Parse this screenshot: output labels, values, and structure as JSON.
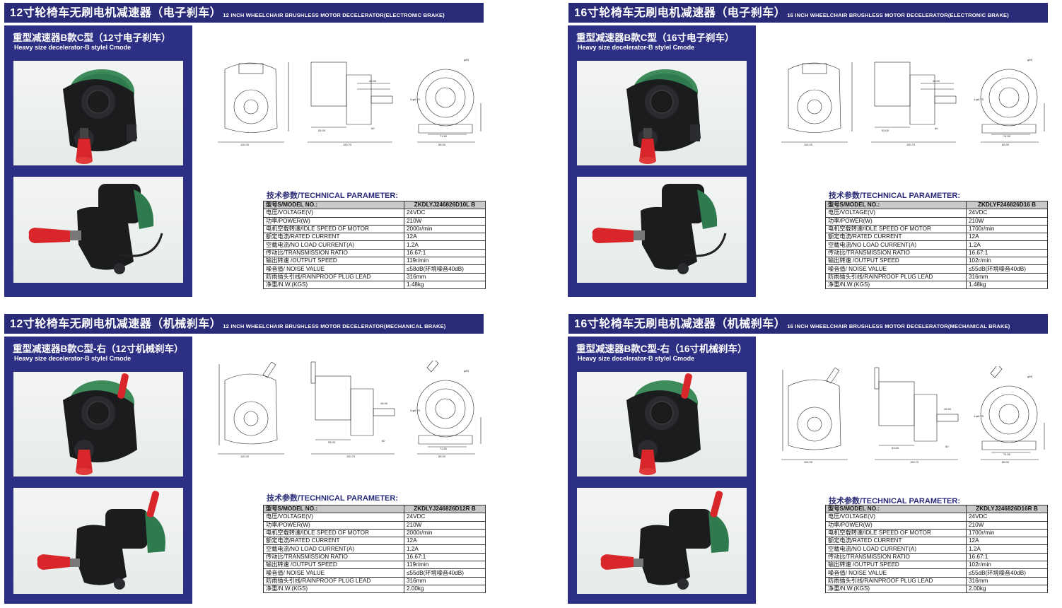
{
  "sections": [
    {
      "title_zh": "12寸轮椅车无刷电机减速器（电子刹车）",
      "title_en": "12 INCH WHEELCHAIR BRUSHLESS MOTOR DECELERATOR(ELECTRONIC BRAKE)",
      "panel_title": "重型减速器B款C型（12寸电子刹车）",
      "panel_subtitle": "Heavy size decelerator-B stylel Cmode",
      "param_title": "技术参数/TECHNICAL PARAMETER:",
      "spec": [
        [
          "型号S/MODEL NO.:",
          "ZKDLYJ246826D10L B"
        ],
        [
          "电压/VOLTAGE(V)",
          "24VDC"
        ],
        [
          "功率/POWER(W)",
          "210W"
        ],
        [
          "电机空载转速/IDLE SPEED OF MOTOR",
          "2000r/min"
        ],
        [
          "额定电流/RATED CURRENT",
          "12A"
        ],
        [
          "空载电流/NO LOAD CURRENT(A)",
          "1.2A"
        ],
        [
          "传动比/TRANSMISSION RATIO",
          "16.67:1"
        ],
        [
          "输出转速 /OUTPUT SPEED",
          "119r/min"
        ],
        [
          "噪音值/ NOISE VALUE",
          "≤58dB(环境噪音40dB)"
        ],
        [
          "防雨插头引线/RAINPROOF PLUG LEAD",
          "316mm"
        ],
        [
          "净重/N.W.(KGS)",
          "1.48kg"
        ]
      ],
      "dims": {
        "d1": "110.00",
        "d2": "53.00",
        "d3": "150.70",
        "d4": "65.00",
        "d5": "71.50",
        "d6": "60",
        "d7": "45.90",
        "d8": "4-φ6.70",
        "d9": "φ93"
      }
    },
    {
      "title_zh": "16寸轮椅车无刷电机减速器（电子刹车）",
      "title_en": "16 INCH WHEELCHAIR BRUSHLESS MOTOR DECELERATOR(ELECTRONIC BRAKE)",
      "panel_title": "重型减速器B款C型（16寸电子刹车）",
      "panel_subtitle": "Heavy size decelerator-B stylel Cmode",
      "param_title": "技术参数/TECHNICAL PARAMETER:",
      "spec": [
        [
          "型号S/MODEL NO.:",
          "ZKDLYF246826D16 B"
        ],
        [
          "电压/VOLTAGE(V)",
          "24VDC"
        ],
        [
          "功率/POWER(W)",
          "210W"
        ],
        [
          "电机空载转速/IDLE SPEED OF MOTOR",
          "1700r/min"
        ],
        [
          "额定电流/RATED CURRENT",
          "12A"
        ],
        [
          "空载电流/NO LOAD CURRENT(A)",
          "1.2A"
        ],
        [
          "传动比/TRANSMISSION RATIO",
          "16.67:1"
        ],
        [
          "输出转速 /OUTPUT SPEED",
          "102r/min"
        ],
        [
          "噪音值/ NOISE VALUE",
          "≤55dB(环境噪音40dB)"
        ],
        [
          "防雨插头引线/RAINPROOF PLUG LEAD",
          "316mm"
        ],
        [
          "净重/N.W.(KGS)",
          "1.48kg"
        ]
      ],
      "dims": {
        "d1": "110.00",
        "d2": "53.00",
        "d3": "150.70",
        "d4": "65.00",
        "d5": "74.50",
        "d6": "60",
        "d7": "45.90",
        "d8": "4-φ6.70",
        "d9": "φ93"
      }
    },
    {
      "title_zh": "12寸轮椅车无刷电机减速器（机械刹车）",
      "title_en": "12 INCH WHEELCHAIR BRUSHLESS MOTOR DECELERATOR(MECHANICAL BRAKE)",
      "panel_title": "重型减速器B款C型-右（12寸机械刹车）",
      "panel_subtitle": "Heavy size decelerator-B stylel Cmode",
      "param_title": "技术参数/TECHNICAL PARAMETER:",
      "spec": [
        [
          "型号S/MODEL NO.:",
          "ZKDLYJ246826D12R B"
        ],
        [
          "电压/VOLTAGE(V)",
          "24VDC"
        ],
        [
          "功率/POWER(W)",
          "210W"
        ],
        [
          "电机空载转速/IDLE SPEED OF MOTOR",
          "2000r/min"
        ],
        [
          "额定电流/RATED CURRENT",
          "12A"
        ],
        [
          "空载电流/NO LOAD CURRENT(A)",
          "1.2A"
        ],
        [
          "传动比/TRANSMISSION RATIO",
          "16.67:1"
        ],
        [
          "输出转速 /OUTPUT SPEED",
          "119r/min"
        ],
        [
          "噪音值/ NOISE VALUE",
          "≤55dB(环境噪音40dB)"
        ],
        [
          "防雨插头引线/RAINPROOF PLUG LEAD",
          "316mm"
        ],
        [
          "净重/N.W.(KGS)",
          "2.00kg"
        ]
      ],
      "dims": {
        "d1": "110.00",
        "d2": "53.00",
        "d3": "150.70",
        "d4": "65.00",
        "d5": "71.50",
        "d6": "60",
        "d7": "45.90",
        "d8": "4-φ6.70",
        "d9": "φ93"
      }
    },
    {
      "title_zh": "16寸轮椅车无刷电机减速器（机械刹车）",
      "title_en": "16 INCH WHEELCHAIR BRUSHLESS MOTOR DECELERATOR(MECHANICAL BRAKE)",
      "panel_title": "重型减速器B款C型-右（16寸机械刹车）",
      "panel_subtitle": "Heavy size decelerator-B stylel Cmode",
      "param_title": "技术参数/TECHNICAL PARAMETER:",
      "spec": [
        [
          "型号S/MODEL NO.:",
          "ZKDLYJ246826D16R B"
        ],
        [
          "电压/VOLTAGE(V)",
          "24VDC"
        ],
        [
          "功率/POWER(W)",
          "210W"
        ],
        [
          "电机空载转速/IDLE SPEED OF MOTOR",
          "1700r/min"
        ],
        [
          "额定电流/RATED CURRENT",
          "12A"
        ],
        [
          "空载电流/NO LOAD CURRENT(A)",
          "1.2A"
        ],
        [
          "传动比/TRANSMISSION RATIO",
          "16.67:1"
        ],
        [
          "输出转速 /OUTPUT SPEED",
          "102r/min"
        ],
        [
          "噪音值/ NOISE VALUE",
          "≤55dB(环境噪音40dB)"
        ],
        [
          "防雨插头引线/RAINPROOF PLUG LEAD",
          "316mm"
        ],
        [
          "净重/N.W.(KGS)",
          "2.00kg"
        ]
      ],
      "dims": {
        "d1": "110.00",
        "d2": "53.00",
        "d3": "150.70",
        "d4": "65.00",
        "d5": "74.50",
        "d6": "60",
        "d7": "45.90",
        "d8": "4-φ6.70",
        "d9": "φ93"
      }
    }
  ],
  "colors": {
    "header_bg": "#2a2b78",
    "panel_bg": "#2d2f84",
    "gearbox": "#1b1c1e",
    "motor_green": "#2f7a4e",
    "brake_red": "#d8262a",
    "table_header": "#c9c9c9"
  }
}
